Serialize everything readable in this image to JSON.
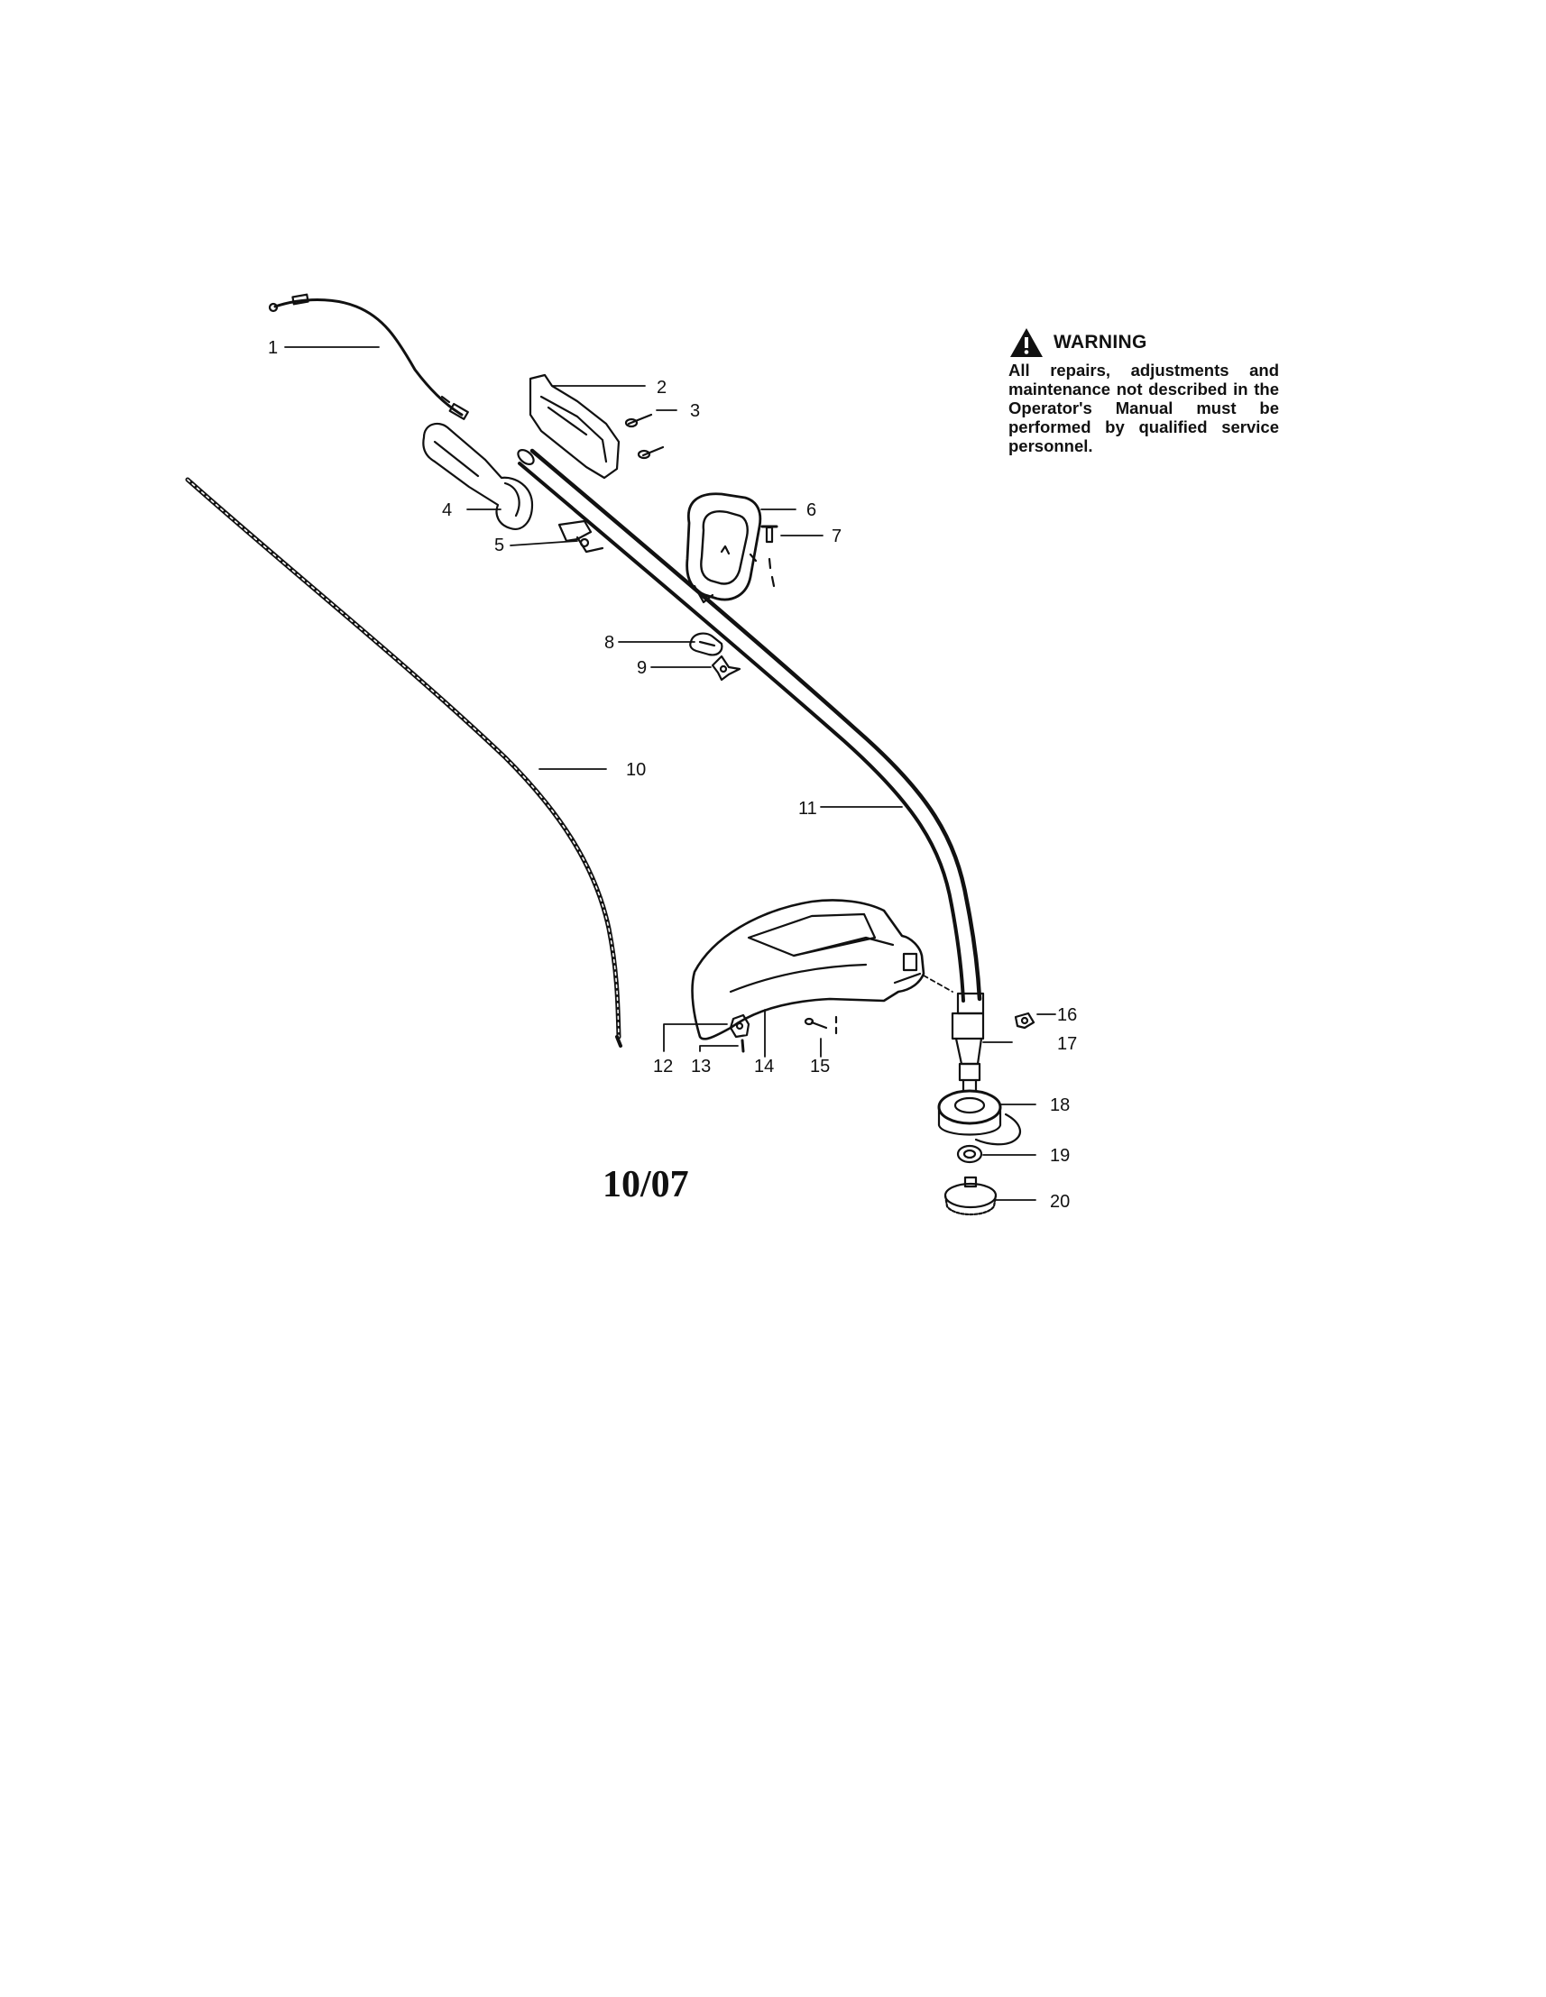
{
  "warning": {
    "title": "WARNING",
    "body": "All repairs, adjustments and maintenance not described in the Operator's Manual must be performed by qualified service personnel."
  },
  "date_code": "10/07",
  "callouts": [
    "1",
    "2",
    "3",
    "4",
    "5",
    "6",
    "7",
    "8",
    "9",
    "10",
    "11",
    "12",
    "13",
    "14",
    "15",
    "16",
    "17",
    "18",
    "19",
    "20"
  ],
  "icons": {
    "warning": "warning-triangle-icon"
  },
  "colors": {
    "ink": "#111111",
    "background": "#ffffff"
  }
}
